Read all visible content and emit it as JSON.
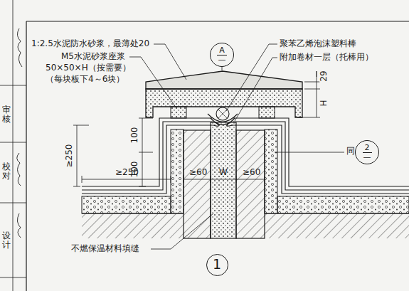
{
  "diagram": {
    "nodes": [
      {
        "text": [
          "A",
          "—"
        ]
      },
      {
        "text": [
          "2",
          "—"
        ]
      },
      {
        "text": [
          "1"
        ]
      }
    ],
    "labels": [
      "1:2.5水泥防水砂浆，最薄处20",
      "M5水泥砂浆座浆",
      "50×50×H（按需要）",
      "（每块板下4～6块）",
      "聚苯乙烯泡沫塑料棒",
      "附加卷材一层（托棒用）",
      "29",
      "H",
      "100",
      "100",
      "≥250",
      "同",
      "≥250",
      "≥60",
      "W",
      "≥60",
      "不燃保温材料填缝",
      "审核",
      "校对",
      "设计"
    ]
  }
}
